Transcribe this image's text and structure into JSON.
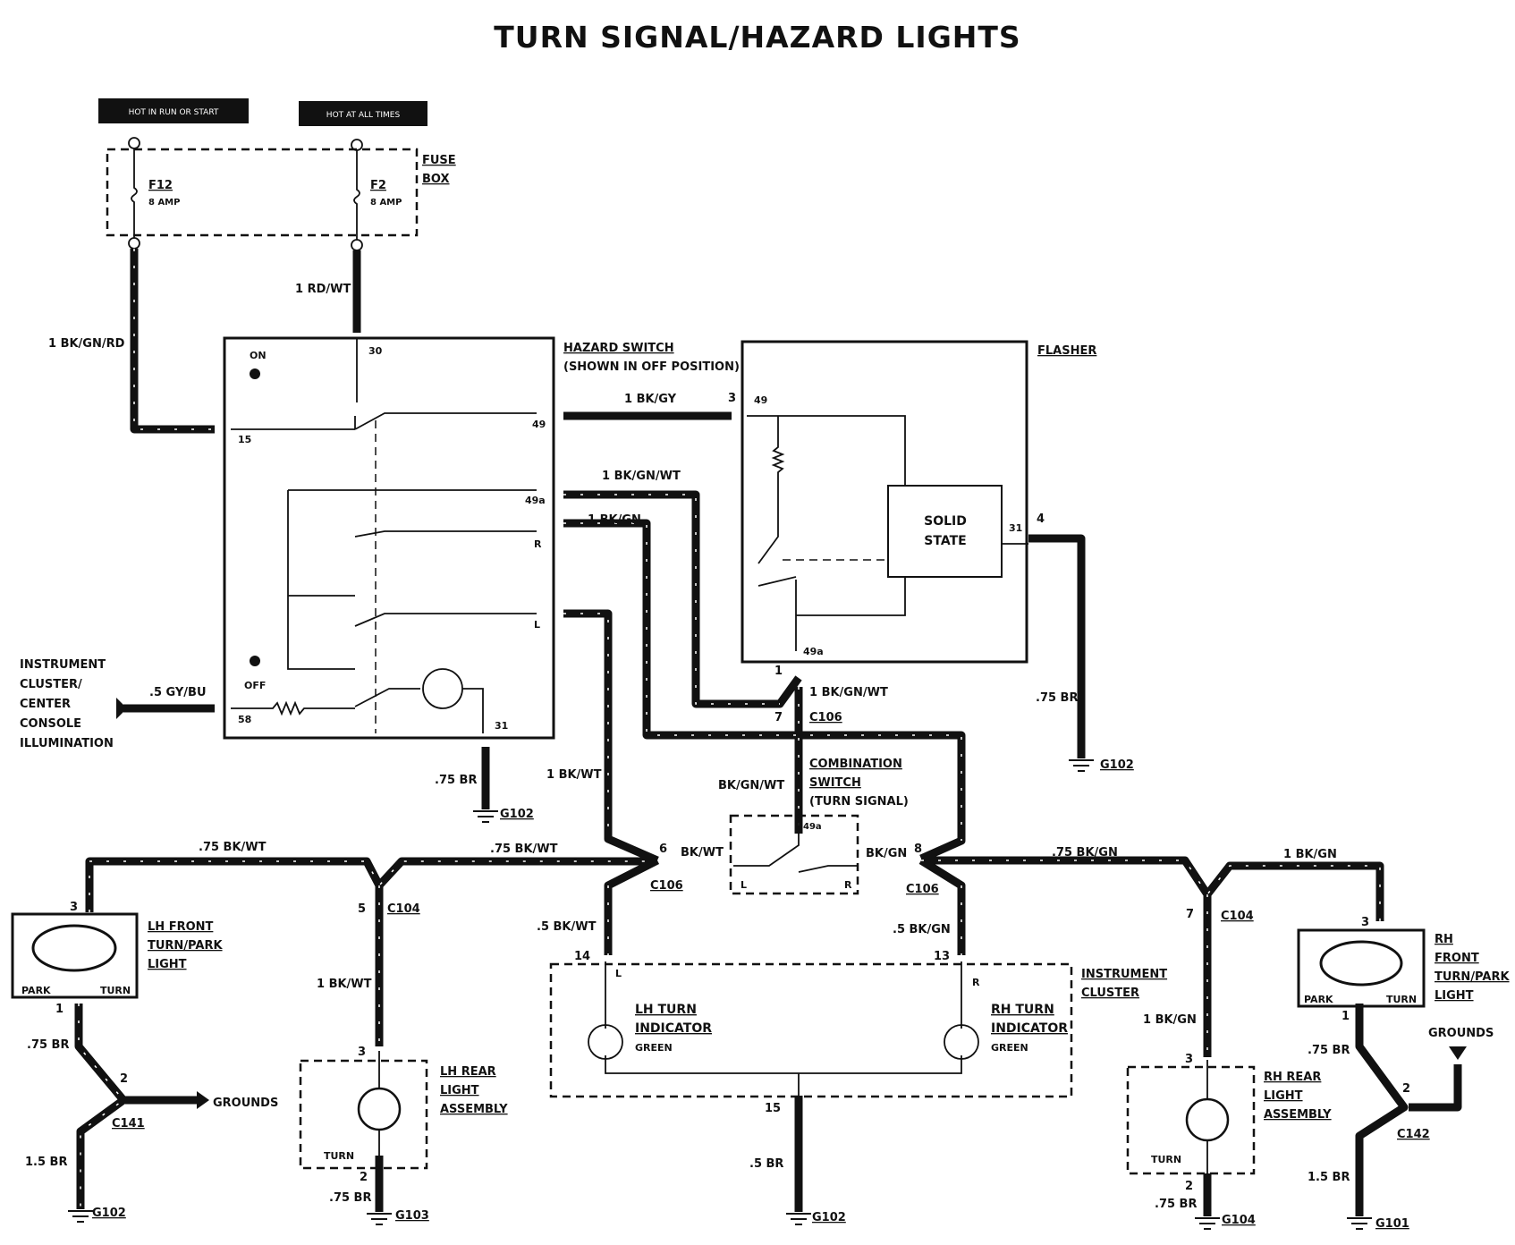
{
  "title": "TURN SIGNAL/HAZARD LIGHTS",
  "power_tags": [
    "HOT IN RUN OR START",
    "HOT AT ALL TIMES"
  ],
  "fuse_box": {
    "label1": "FUSE",
    "label2": "BOX",
    "f12_name": "F12",
    "f12_rating": "8 AMP",
    "f2_name": "F2",
    "f2_rating": "8 AMP"
  },
  "wires": {
    "rd_wt": "1 RD/WT",
    "bk_gn_rd": "1 BK/GN/RD",
    "bk_gy": "1 BK/GY",
    "bk_gn_wt": "1 BK/GN/WT",
    "bk_gn": "1 BK/GN",
    "bk_wt": "1 BK/WT",
    "gy_bu": ".5 GY/BU",
    "br75": ".75 BR",
    "bk_gn_wt_2": "1 BK/GN/WT",
    "bk_gn_wt_3": "BK/GN/WT",
    "bk_wt_short": "BK/WT",
    "bk_gn_short": "BK/GN",
    "bk_wt_75": ".75 BK/WT",
    "bk_gn_75": ".75 BK/GN",
    "bk_wt_5": ".5 BK/WT",
    "bk_gn_5": ".5 BK/GN",
    "br5": ".5 BR",
    "br15": "1.5 BR",
    "bk_wt_1": "1 BK/WT",
    "bk_gn_1": "1 BK/GN"
  },
  "hazard_switch": {
    "title": "HAZARD SWITCH",
    "subtitle": "(SHOWN IN OFF POSITION)",
    "on": "ON",
    "off": "OFF",
    "t30": "30",
    "t15": "15",
    "t49": "49",
    "t49a": "49a",
    "tR": "R",
    "tL": "L",
    "t58": "58",
    "t31": "31"
  },
  "flasher": {
    "title": "FLASHER",
    "solid": "SOLID",
    "state": "STATE",
    "t49": "49",
    "t31": "31",
    "t49a": "49a"
  },
  "combination_switch": {
    "title1": "COMBINATION",
    "title2": "SWITCH",
    "title3": "(TURN SIGNAL)",
    "t49a": "49a",
    "tL": "L",
    "tR": "R"
  },
  "instrument_cluster": {
    "title1": "INSTRUMENT",
    "title2": "CLUSTER",
    "lh1": "LH TURN",
    "lh2": "INDICATOR",
    "lh3": "GREEN",
    "rh1": "RH TURN",
    "rh2": "INDICATOR",
    "rh3": "GREEN",
    "tL": "L",
    "tR": "R"
  },
  "illum": [
    "INSTRUMENT",
    "CLUSTER/",
    "CENTER",
    "CONSOLE",
    "ILLUMINATION"
  ],
  "lh_front": {
    "l1": "LH FRONT",
    "l2": "TURN/PARK",
    "l3": "LIGHT",
    "park": "PARK",
    "turn": "TURN"
  },
  "rh_front": {
    "l1": "RH",
    "l2": "FRONT",
    "l3": "TURN/PARK",
    "l4": "LIGHT",
    "park": "PARK",
    "turn": "TURN"
  },
  "lh_rear": {
    "l1": "LH REAR",
    "l2": "LIGHT",
    "l3": "ASSEMBLY",
    "turn": "TURN"
  },
  "rh_rear": {
    "l1": "RH REAR",
    "l2": "LIGHT",
    "l3": "ASSEMBLY",
    "turn": "TURN"
  },
  "connectors": {
    "c106": "C106",
    "c104": "C104",
    "c141": "C141",
    "c142": "C142"
  },
  "grounds": {
    "g101": "G101",
    "g102": "G102",
    "g103": "G103",
    "g104": "G104",
    "label": "GROUNDS"
  },
  "pins": {
    "p1": "1",
    "p2": "2",
    "p3": "3",
    "p4": "4",
    "p5": "5",
    "p6": "6",
    "p7": "7",
    "p8": "8",
    "p13": "13",
    "p14": "14",
    "p15": "15"
  }
}
